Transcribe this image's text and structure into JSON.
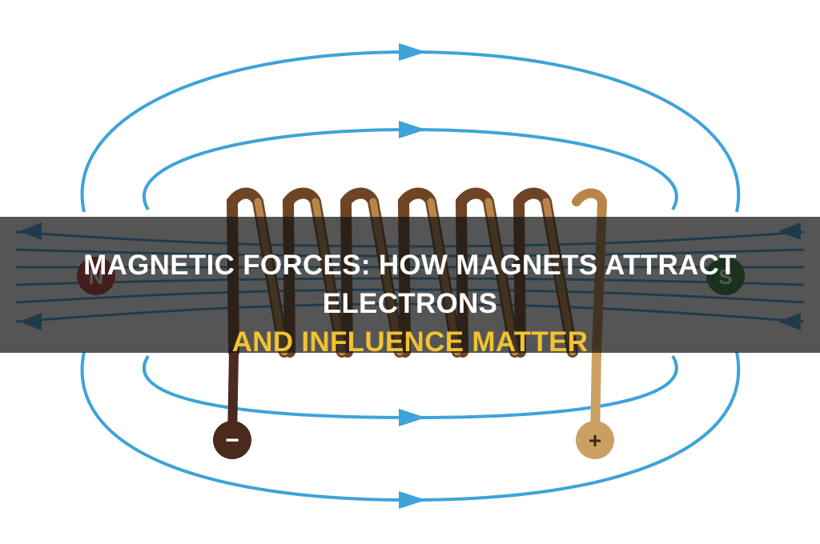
{
  "title": {
    "line1": "MAGNETIC FORCES: HOW MAGNETS ATTRACT ELECTRONS",
    "line2": "AND INFLUENCE MATTER"
  },
  "diagram": {
    "pole_north": "N",
    "pole_south": "S",
    "terminal_negative": "−",
    "terminal_positive": "+"
  },
  "colors": {
    "field_line": "#3ea3d9",
    "coil_copper": "#a8783c",
    "coil_dark": "#5a3620",
    "negative_terminal": "#4a2a1e",
    "positive_terminal": "#caa062",
    "north_pole": "#c0392b",
    "south_pole": "#2e7d32",
    "title_white": "#ffffff",
    "title_accent": "#f2c230"
  }
}
